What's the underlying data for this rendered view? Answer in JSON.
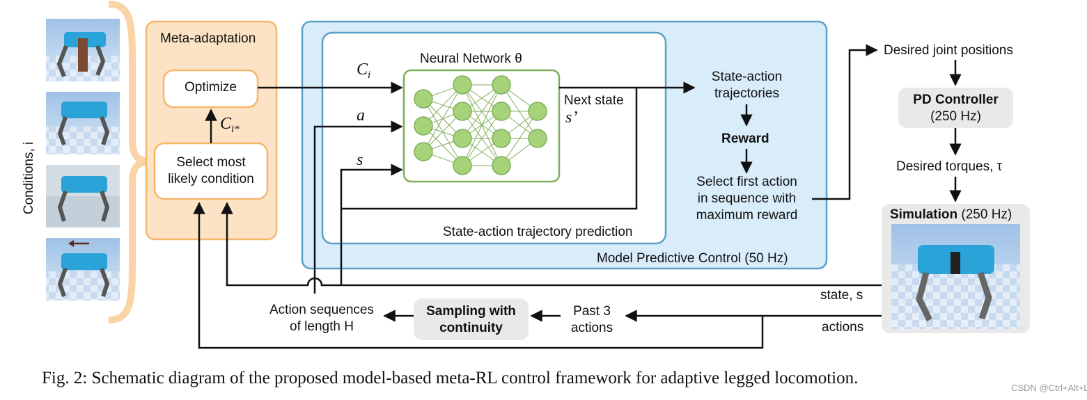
{
  "side_label": "Conditions, i",
  "meta": {
    "title": "Meta-adaptation",
    "optimize": "Optimize",
    "ci_star": "C",
    "ci_star_sub": "i*",
    "select_line1": "Select most",
    "select_line2": "likely condition"
  },
  "mpc": {
    "title": "Model Predictive Control (50 Hz)",
    "inner_title": "State-action trajectory prediction",
    "nn_title": "Neural Network θ",
    "input_ci": "C",
    "input_ci_sub": "i",
    "input_a": "a",
    "input_s": "s",
    "next_state": "Next state",
    "s_prime": "s’",
    "traj_line1": "State-action",
    "traj_line2": "trajectories",
    "reward": "Reward",
    "select_line1": "Select first action",
    "select_line2": "in sequence with",
    "select_line3": "maximum reward"
  },
  "right": {
    "desired_joint": "Desired joint positions",
    "pd_title": "PD Controller",
    "pd_hz": "(250 Hz)",
    "desired_torques": "Desired torques, τ",
    "sim_title": "Simulation",
    "sim_hz": "(250 Hz)"
  },
  "bottom": {
    "state_s": "state, s",
    "actions": "actions",
    "past_line1": "Past 3",
    "past_line2": "actions",
    "sampling_line1": "Sampling with",
    "sampling_line2": "continuity",
    "action_seq_line1": "Action sequences",
    "action_seq_line2": "of length H"
  },
  "caption": "Fig. 2: Schematic diagram of the proposed model-based meta-RL control framework for adaptive legged locomotion.",
  "watermark": "CSDN @Ctrl+Alt+L",
  "colors": {
    "meta_fill": "#fde3c6",
    "meta_border": "#f5b66c",
    "mpc_fill": "#d8ecfa",
    "mpc_border": "#5a9fc8",
    "nn_border": "#7fae5a",
    "nn_node": "#a6d37a",
    "grey_box": "#e9e9e9",
    "robot_blue": "#2aa3d8",
    "sky": "#b9d3ee"
  },
  "icons": [
    "robot-thumbnail-1",
    "robot-thumbnail-2",
    "robot-thumbnail-3",
    "robot-thumbnail-4",
    "simulation-robot-image",
    "brace-icon",
    "arrow-left-icon"
  ]
}
